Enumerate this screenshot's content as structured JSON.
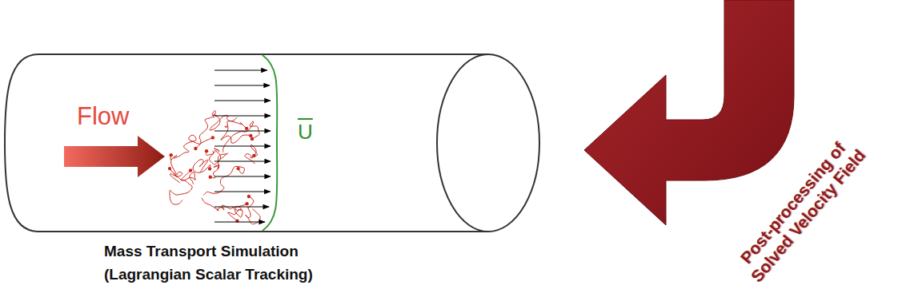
{
  "diagram": {
    "labels": [
      "Flow",
      "U",
      "Mass Transport Simulation (Lagrangian Scalar Tracking)",
      "Post-processing of Solved Velocity Field"
    ]
  }
}
